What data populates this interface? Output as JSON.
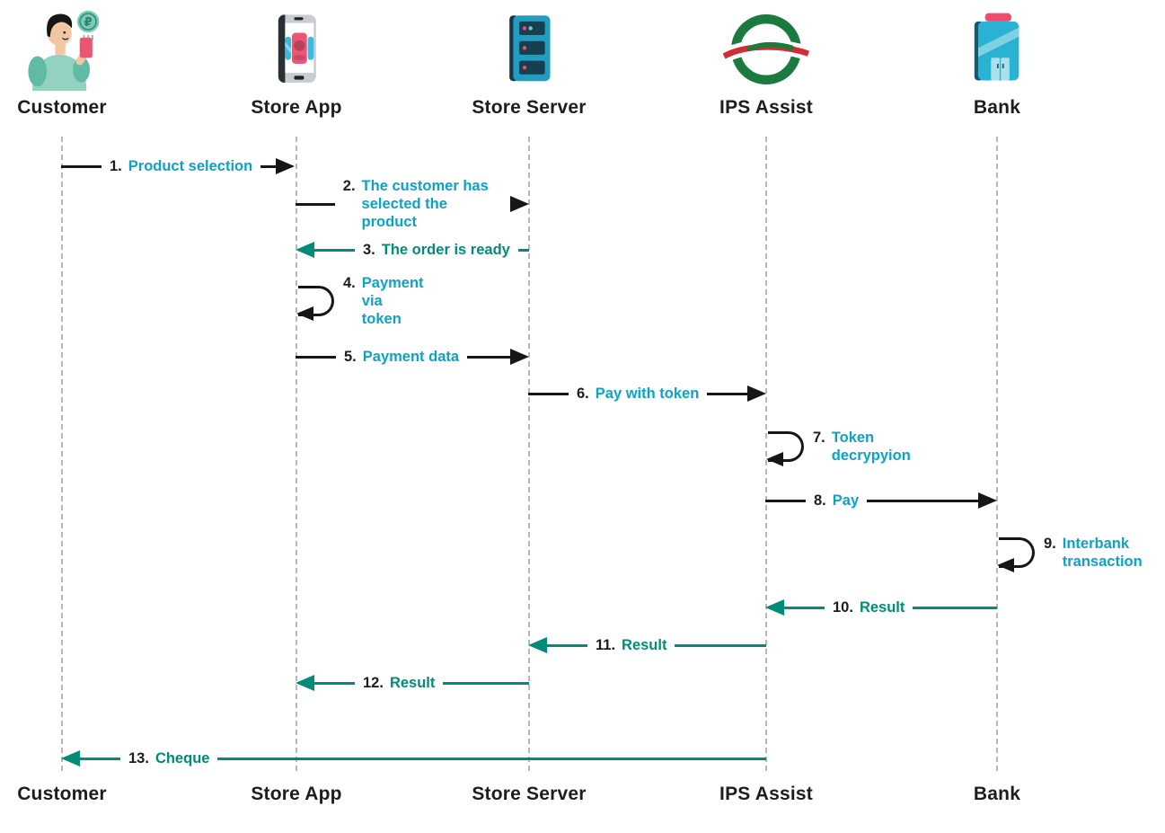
{
  "diagram": {
    "type": "sequence-diagram",
    "subject": "Payment via token flow"
  },
  "colors": {
    "message_text_cyan": "#0ba3c7",
    "result_text_teal": "#008c78",
    "arrow_black": "#161616",
    "arrow_teal": "#008c78",
    "lifeline_gray": "#b8b8b8",
    "actor_label": "#1d1d1d"
  },
  "actors": [
    {
      "name": "Customer",
      "icon": "customer-icon"
    },
    {
      "name": "Store App",
      "icon": "store-app-icon"
    },
    {
      "name": "Store Server",
      "icon": "store-server-icon"
    },
    {
      "name": "IPS Assist",
      "icon": "ips-assist-icon"
    },
    {
      "name": "Bank",
      "icon": "bank-icon"
    }
  ],
  "messages": [
    {
      "num": "1.",
      "text": "Product selection",
      "from": "Customer",
      "to": "Store App",
      "kind": "right",
      "color": "cyan"
    },
    {
      "num": "2.",
      "text": "The customer has\nselected the product",
      "from": "Store App",
      "to": "Store Server",
      "kind": "right",
      "color": "cyan"
    },
    {
      "num": "3.",
      "text": "The order is ready",
      "from": "Store Server",
      "to": "Store App",
      "kind": "left",
      "color": "teal"
    },
    {
      "num": "4.",
      "text": "Payment via token",
      "from": "Store App",
      "to": "Store App",
      "kind": "self",
      "color": "cyan"
    },
    {
      "num": "5.",
      "text": "Payment data",
      "from": "Store App",
      "to": "Store Server",
      "kind": "right",
      "color": "cyan"
    },
    {
      "num": "6.",
      "text": "Pay with token",
      "from": "Store Server",
      "to": "IPS Assist",
      "kind": "right",
      "color": "cyan"
    },
    {
      "num": "7.",
      "text": "Token decrypyion",
      "from": "IPS Assist",
      "to": "IPS Assist",
      "kind": "self",
      "color": "cyan"
    },
    {
      "num": "8.",
      "text": "Pay",
      "from": "IPS Assist",
      "to": "Bank",
      "kind": "right",
      "color": "cyan"
    },
    {
      "num": "9.",
      "text": "Interbank\ntransaction",
      "from": "Bank",
      "to": "Bank",
      "kind": "self",
      "color": "cyan"
    },
    {
      "num": "10.",
      "text": "Result",
      "from": "Bank",
      "to": "IPS Assist",
      "kind": "left",
      "color": "teal"
    },
    {
      "num": "11.",
      "text": "Result",
      "from": "IPS Assist",
      "to": "Store Server",
      "kind": "left",
      "color": "teal"
    },
    {
      "num": "12.",
      "text": "Result",
      "from": "Store Server",
      "to": "Store App",
      "kind": "left",
      "color": "teal"
    },
    {
      "num": "13.",
      "text": "Cheque",
      "from": "IPS Assist",
      "to": "Customer",
      "kind": "left",
      "color": "teal"
    }
  ]
}
